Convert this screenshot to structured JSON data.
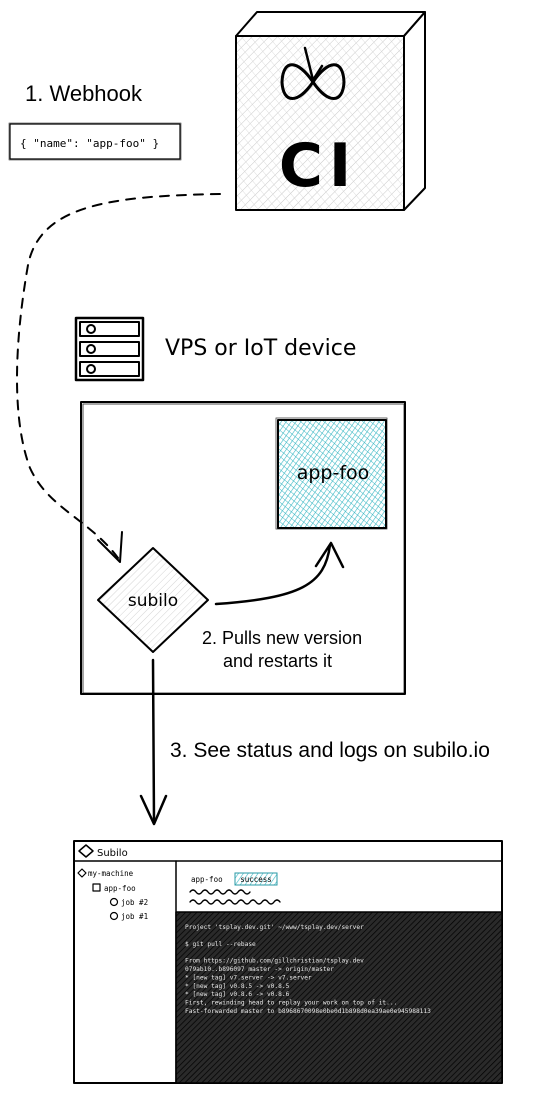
{
  "webhook": {
    "label": "1. Webhook",
    "payload": "{ \"name\": \"app-foo\" }"
  },
  "ci": {
    "label": "CI"
  },
  "vps": {
    "label": "VPS or IoT device"
  },
  "app": {
    "label": "app-foo",
    "color": "#3bb8c4"
  },
  "subilo_node": {
    "label": "subilo"
  },
  "steps": {
    "step2_line1": "2. Pulls new version",
    "step2_line2": "and restarts it",
    "step3": "3. See status and logs on subilo.io"
  },
  "preview": {
    "title": "Subilo",
    "sidebar": {
      "machine": "my-machine",
      "project": "app-foo",
      "jobs": [
        "job #2",
        "job #1"
      ]
    },
    "main": {
      "project_name": "app-foo",
      "status": "success",
      "status_color": "#3bb8c4"
    },
    "log_lines": [
      "Project 'tsplay.dev.git'  ~/www/tsplay.dev/server",
      "",
      "$ git pull --rebase",
      "",
      "From https://github.com/gillchristian/tsplay.dev",
      "   079ab10..b896097  master     -> origin/master",
      " * [new tag]         v7.server  -> v7.server",
      " * [new tag]         v0.8.5     -> v0.8.5",
      " * [new tag]         v0.8.6     -> v0.8.6",
      "First, rewinding head to replay your work on top of it...",
      "Fast-forwarded master to b8968670098e0be0d1b898d0ea39ae0e945988113"
    ]
  }
}
